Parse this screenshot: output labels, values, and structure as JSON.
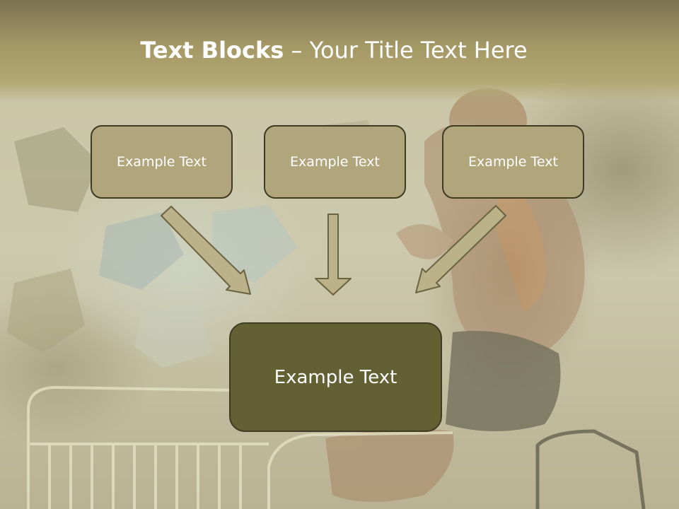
{
  "slide": {
    "title_bold": "Text Blocks",
    "title_rest": " – Your Title Text Here",
    "boxes": [
      {
        "label": "Example Text"
      },
      {
        "label": "Example Text"
      },
      {
        "label": "Example Text"
      }
    ],
    "main_box": {
      "label": "Example Text"
    }
  },
  "colors": {
    "title_band": "#a49865",
    "box_fill": "#b1a57c",
    "main_box_fill": "#636133",
    "arrow_fill": "#bcb28a",
    "border": "#3f3b23"
  }
}
